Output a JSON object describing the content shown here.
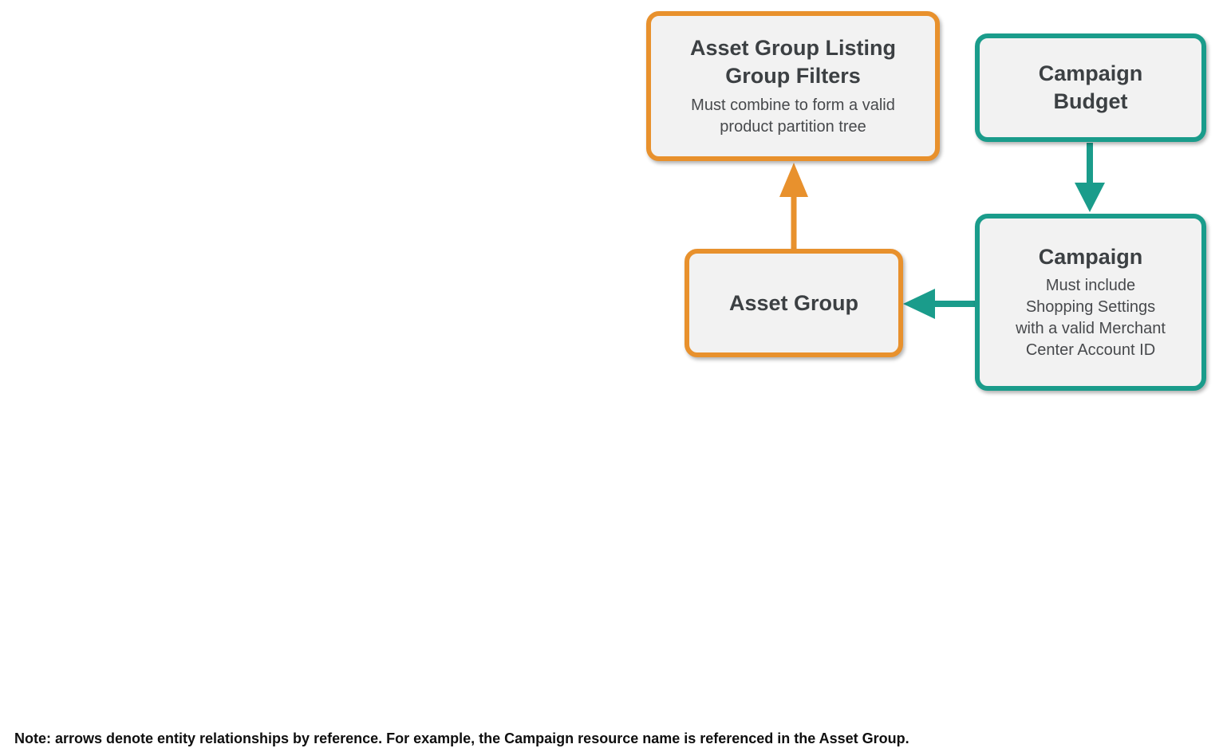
{
  "colors": {
    "orange": "#E8912D",
    "teal": "#1A9C8B",
    "node_fill": "#F2F2F2",
    "title_text": "#3C4043",
    "subtitle_text": "#47494C",
    "note_text": "#0F0F0F"
  },
  "diagram": {
    "nodes": [
      {
        "id": "asset-group-listing-group-filters",
        "title": "Asset Group Listing\nGroup Filters",
        "subtitle": "Must combine to form a valid\nproduct partition tree",
        "accent": "orange"
      },
      {
        "id": "campaign-budget",
        "title": "Campaign\nBudget",
        "subtitle": "",
        "accent": "teal"
      },
      {
        "id": "asset-group",
        "title": "Asset Group",
        "subtitle": "",
        "accent": "orange"
      },
      {
        "id": "campaign",
        "title": "Campaign",
        "subtitle": "Must include\nShopping Settings\nwith a valid Merchant\nCenter Account ID",
        "accent": "teal"
      }
    ],
    "edges": [
      {
        "from": "asset-group",
        "to": "asset-group-listing-group-filters",
        "direction": "up",
        "color": "orange"
      },
      {
        "from": "campaign-budget",
        "to": "campaign",
        "direction": "down",
        "color": "teal"
      },
      {
        "from": "campaign",
        "to": "asset-group",
        "direction": "left",
        "color": "teal"
      }
    ]
  },
  "note": {
    "text": "Note: arrows denote entity relationships by reference. For example, the Campaign resource name is referenced in the Asset Group."
  }
}
